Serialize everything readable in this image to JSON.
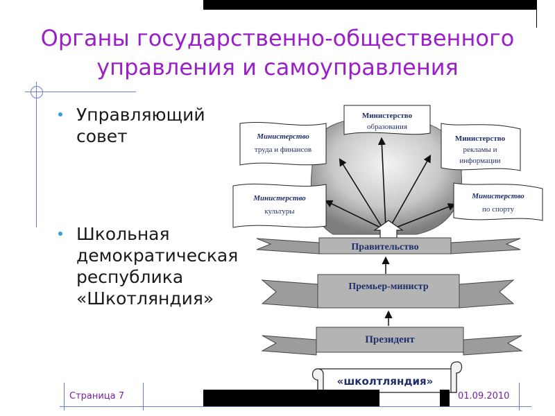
{
  "title": {
    "line1": "Органы государственно-общественного",
    "line2": "управления и самоуправления"
  },
  "bullets": [
    {
      "line1": "Управляющий",
      "line2": "совет"
    },
    {
      "line1": "Школьная",
      "line2": "демократическая",
      "line3": "республика",
      "line4": "«Шкотляндия»"
    }
  ],
  "diagram": {
    "ministries": [
      {
        "line1": "Министерство",
        "line2": "образования"
      },
      {
        "line1": "Министерство",
        "line2": "труда и финансов"
      },
      {
        "line1": "Министерство",
        "line2": "рекламы и",
        "line3": "информации"
      },
      {
        "line1": "Министерство",
        "line2": "культуры"
      },
      {
        "line1": "Министерство",
        "line2": "по спорту"
      }
    ],
    "government": "Правительство",
    "prime_minister": "Премьер-министр",
    "president": "Президент",
    "scroll_label": "«школтляндия»"
  },
  "footer": {
    "page": "Страница 7",
    "date": "01.09.2010"
  },
  "colors": {
    "title": "#9a1fc8",
    "bullet_dot": "#3a9fd6",
    "ribbon": "#a8a8a8",
    "ministry_text": "#1f2f6b"
  }
}
